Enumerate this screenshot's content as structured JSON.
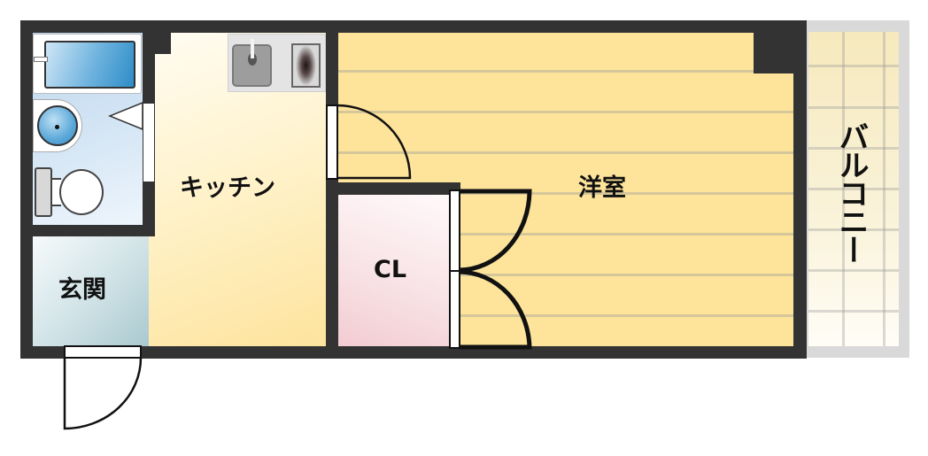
{
  "floor_plan": {
    "rooms": {
      "kitchen": {
        "label": "キッチン"
      },
      "western_room": {
        "label": "洋室"
      },
      "closet": {
        "label": "CL"
      },
      "entrance": {
        "label": "玄関"
      },
      "balcony": {
        "label": "バルコニー"
      }
    },
    "fixtures": [
      "bathtub",
      "washbasin",
      "toilet",
      "kitchen-sink",
      "stove"
    ],
    "colors": {
      "wall": "#333333",
      "western_room_floor": "#fde49a",
      "floor_line": "#d6c79a",
      "kitchen_floor_light": "#fffbee",
      "kitchen_floor_dark": "#fde5a0",
      "bath_blue": "#d6e8f7",
      "entrance_teal": "#a9c9cf",
      "closet_pink": "#f4d4d8",
      "balcony_floor": "#f7eecb",
      "balcony_frame": "#d9d9d9"
    }
  }
}
